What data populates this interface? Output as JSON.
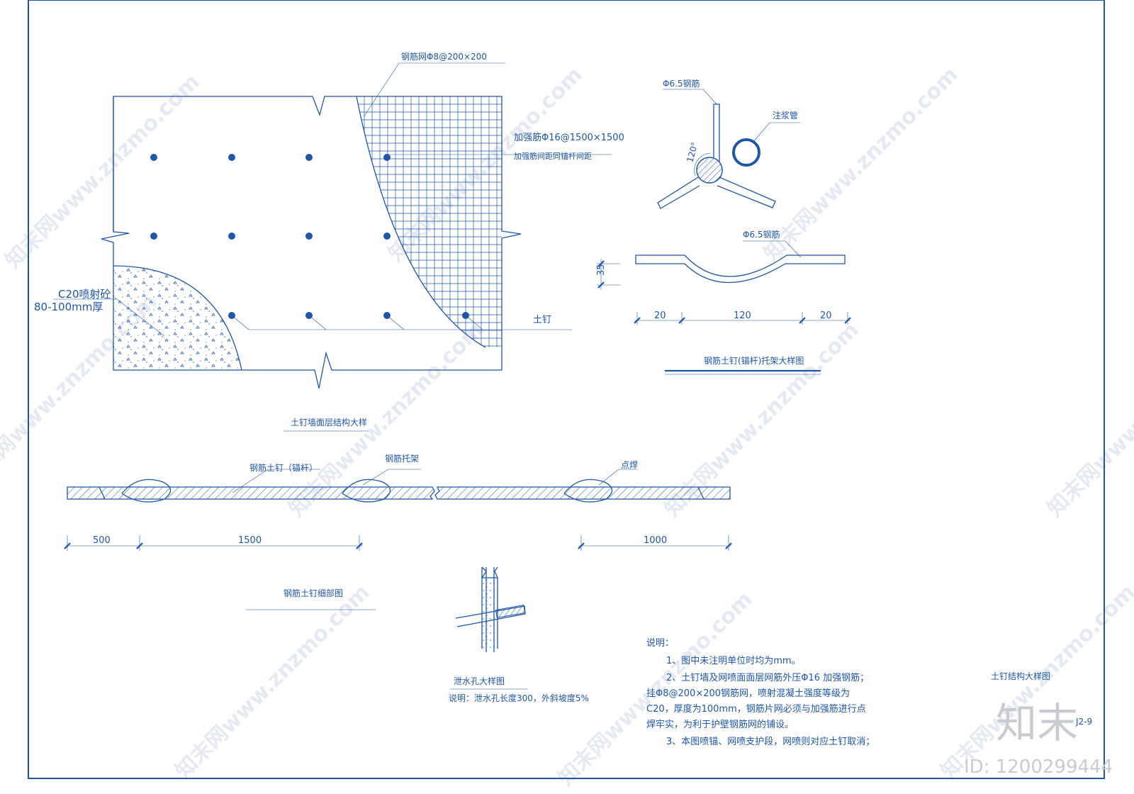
{
  "colors": {
    "ink": "#1f56a6",
    "bg": "#ffffff",
    "watermark": "#e5e9f2",
    "logo": "#c8cbd0"
  },
  "labels": {
    "mesh": "钢筋网Φ8@200×200",
    "reinforce1": "加强筋Φ16@1500×1500",
    "reinforce2": "加强筋间距同锚杆间距",
    "shotcrete1": "C20喷射砼",
    "shotcrete2": "80-100mm厚",
    "soil_nail": "土钉",
    "title_face": "土钉墙面层结构大样",
    "phi65_a": "Φ6.5钢筋",
    "grout_pipe": "注浆管",
    "angle": "120°",
    "phi65_b": "Φ6.5钢筋",
    "dim35": "35",
    "dim20a": "20",
    "dim120": "120",
    "dim20b": "20",
    "title_bracket": "钢筋土钉(锚杆)托架大样图",
    "nail_anchor": "钢筋土钉（锚杆）",
    "bracket": "钢筋托架",
    "spot_weld": "点焊",
    "dim500": "500",
    "dim1500": "1500",
    "dim1000": "1000",
    "title_detail": "钢筋土钉细部图",
    "title_drain": "泄水孔大样图",
    "drain_note": "说明：泄水孔长度300，外斜坡度5%",
    "drawing_title": "土钉结构大样图",
    "drawing_no": "J2-9"
  },
  "notes": {
    "heading": "说明：",
    "lines": [
      "1、图中未注明单位时均为mm。",
      "2、土钉墙及网喷面面层网筋外压Φ16 加强钢筋；",
      "挂Φ8@200×200钢筋网，喷射混凝土强度等级为",
      "C20，厚度为100mm，钢筋片网必须与加强筋进行点",
      "焊牢实，为利于护壁钢筋网的铺设。",
      "3、本图喷锚、网喷支护段，网喷则对应土钉取消；"
    ]
  },
  "watermark": {
    "text": "知末网www.znzmo.com",
    "logo": "知末",
    "id": "ID: 1200299444"
  }
}
